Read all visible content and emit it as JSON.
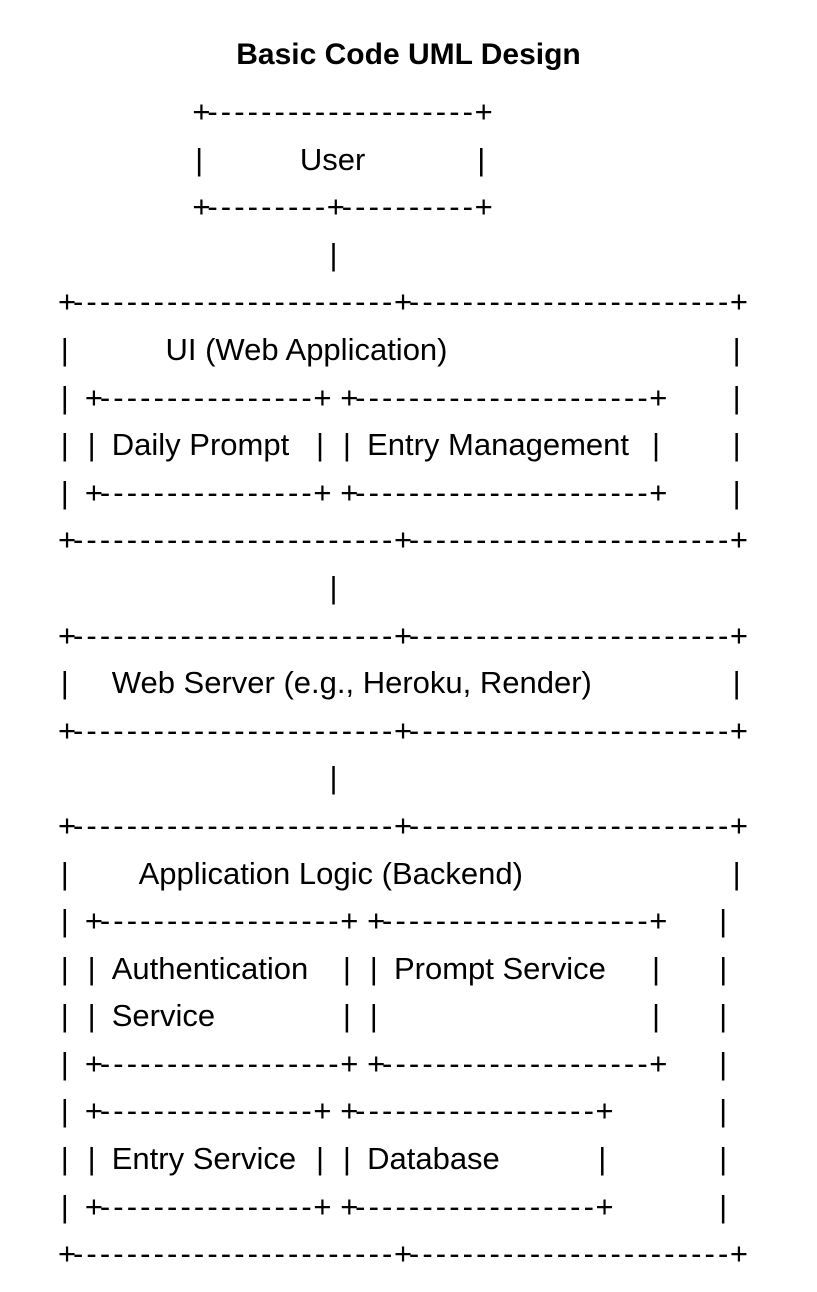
{
  "document": {
    "title": "Basic Code UML Design",
    "type": "ascii-art-architecture-diagram",
    "background_color": "#ffffff",
    "text_color": "#000000"
  },
  "diagram": {
    "char_width": 13.44,
    "line_height": 47.6,
    "columns": 51,
    "box_drawing_chars": {
      "corner": "+",
      "horizontal": "-",
      "vertical": "|"
    },
    "nodes": [
      {
        "id": "user",
        "label": "User",
        "level": 0
      },
      {
        "id": "ui",
        "label": "UI (Web Application)",
        "level": 1,
        "children": [
          "Daily Prompt",
          "Entry Management"
        ]
      },
      {
        "id": "webserver",
        "label": "Web Server (e.g., Heroku, Render)",
        "level": 2
      },
      {
        "id": "backend",
        "label": "Application Logic (Backend)",
        "level": 3,
        "children": [
          "Authentication Service",
          "Prompt Service",
          "Entry Service",
          "Database"
        ]
      }
    ],
    "connections": [
      {
        "from": "user",
        "to": "ui"
      },
      {
        "from": "ui",
        "to": "webserver"
      },
      {
        "from": "webserver",
        "to": "backend"
      }
    ],
    "lines": [
      "          +--------------------+                   ",
      "          |       User         |                   ",
      "          +---------+----------+                   ",
      "                    |                              ",
      "+------------------------+------------------------+",
      "|       UI (Web Application)                      |",
      "| +----------------+ +----------------------+     |",
      "| | Daily Prompt   | | Entry Management     |     |",
      "| +----------------+ +----------------------+     |",
      "+------------------------+------------------------+",
      "                    |                              ",
      "+------------------------+------------------------+",
      "|   Web Server (e.g., Heroku, Render)             |",
      "+------------------------+------------------------+",
      "                    |                              ",
      "+------------------------+------------------------+",
      "|     Application Logic (Backend)                 |",
      "| +------------------+ +--------------------+    |",
      "| | Authentication   | | Prompt Service     |    |",
      "| | Service          | |                    |    |",
      "| +------------------+ +--------------------+    |",
      "| +----------------+ +------------------+        |",
      "| | Entry Service  | | Database         |        |",
      "| +----------------+ +------------------+        |",
      "+------------------------+------------------------+"
    ],
    "labels": {
      "user": "User",
      "ui": "UI (Web Application)",
      "daily_prompt": "Daily Prompt",
      "entry_management": "Entry Management",
      "web_server": "Web Server (e.g., Heroku, Render)",
      "application_logic": "Application Logic (Backend)",
      "authentication_line1": "Authentication",
      "authentication_line2": "Service",
      "prompt_service": "Prompt Service",
      "entry_service": "Entry Service",
      "database": "Database"
    }
  }
}
